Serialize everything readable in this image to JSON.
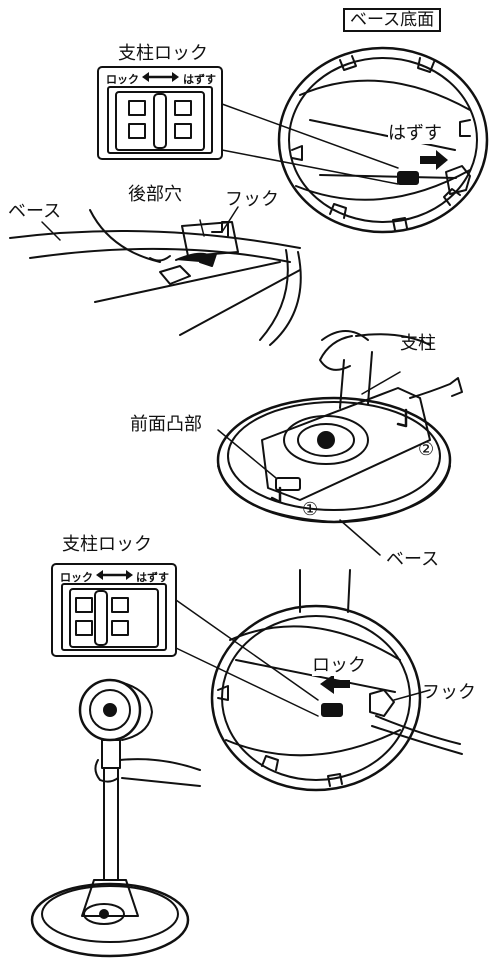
{
  "header": {
    "base_bottom": "ベース底面"
  },
  "lock_panel_top": {
    "title": "支柱ロック",
    "lock": "ロック",
    "release": "はずす"
  },
  "lock_panel_bottom": {
    "title": "支柱ロック",
    "lock": "ロック",
    "release": "はずす"
  },
  "labels": {
    "release_arrow": "はずす",
    "base_upper": "ベース",
    "rear_hole": "後部穴",
    "hook_upper": "フック",
    "pole": "支柱",
    "front_bump": "前面凸部",
    "step1": "①",
    "step2": "②",
    "base_middle": "ベース",
    "lock_arrow": "ロック",
    "hook_lower": "フック"
  }
}
